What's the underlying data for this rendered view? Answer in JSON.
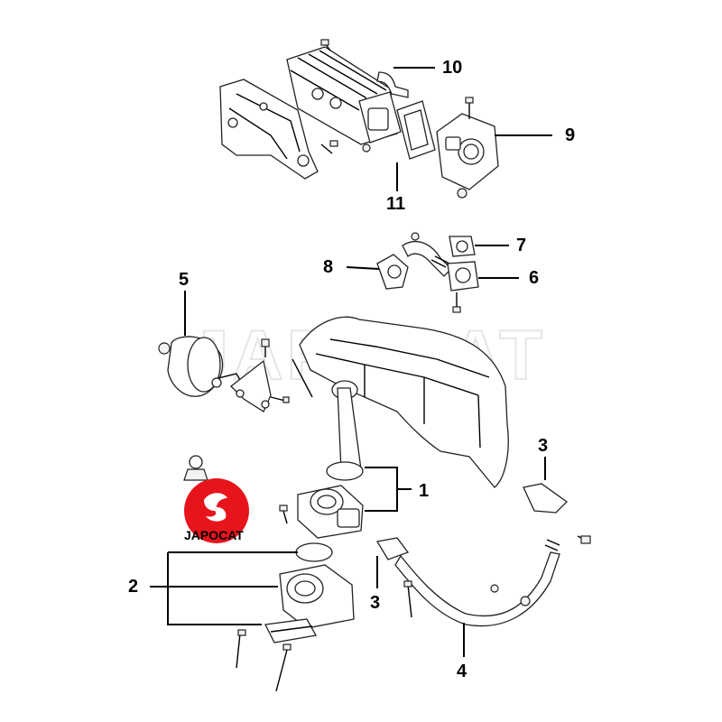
{
  "watermark": "JAPOCAT",
  "logo": {
    "text": "JAPOCAT",
    "color": "#e8141c"
  },
  "callouts": {
    "c1": "1",
    "c2": "2",
    "c3a": "3",
    "c3b": "3",
    "c4": "4",
    "c5": "5",
    "c6": "6",
    "c7": "7",
    "c8": "8",
    "c9": "9",
    "c10": "10",
    "c11": "11"
  }
}
